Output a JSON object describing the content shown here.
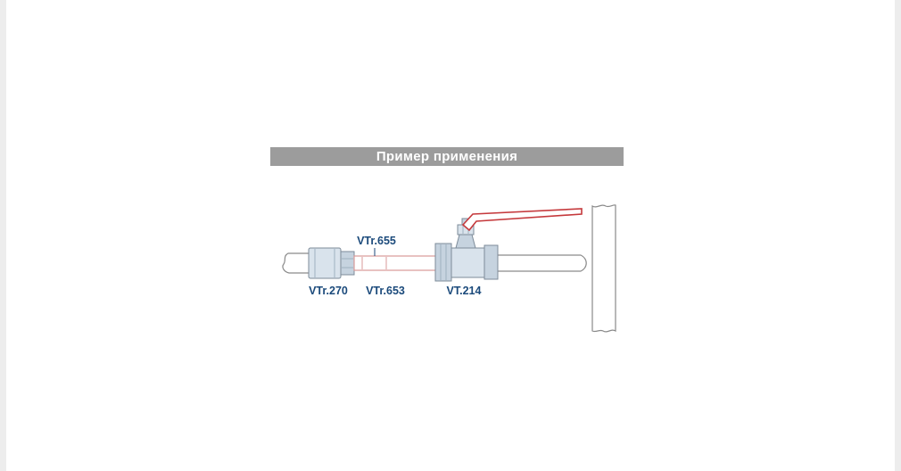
{
  "title": {
    "text": "Пример применения"
  },
  "diagram": {
    "labels": {
      "union_nut": "VTr.655",
      "coupling": "VTr.270",
      "nipple": "VTr.653",
      "valve": "VT.214"
    },
    "colors": {
      "header_bg": "#9c9c9c",
      "header_text": "#ffffff",
      "label_text": "#1b4a7b",
      "handle_red": "#c5393c",
      "pipe_outline": "#8a8a8a",
      "fitting_fill": "#d9e3ec",
      "nipple_outline": "#d89a98",
      "background": "#ffffff"
    }
  }
}
